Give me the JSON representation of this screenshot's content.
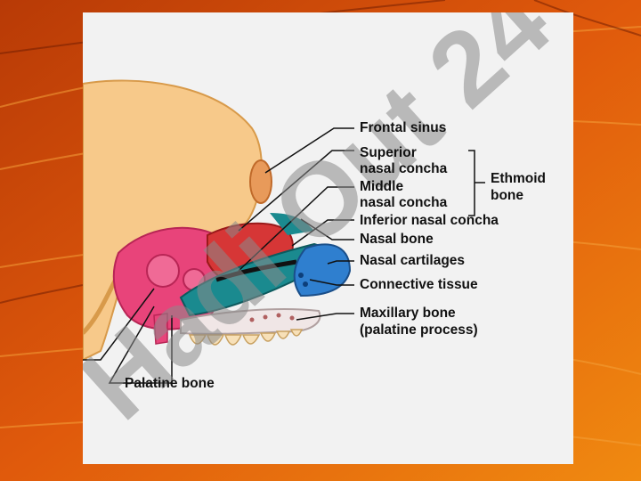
{
  "figure": {
    "labels": {
      "frontal_sinus": "Frontal sinus",
      "superior_line1": "Superior",
      "superior_line2": "nasal concha",
      "middle_line1": "Middle",
      "middle_line2": "nasal concha",
      "ethmoid_line1": "Ethmoid",
      "ethmoid_line2": "bone",
      "inferior_nasal_concha": "Inferior nasal concha",
      "nasal_bone": "Nasal bone",
      "nasal_cartilages": "Nasal cartilages",
      "connective_tissue": "Connective tissue",
      "maxillary_line1": "Maxillary bone",
      "maxillary_line2": "(palatine process)",
      "palatine_bone": "Palatine bone"
    },
    "watermark": "Hadi Out 24"
  },
  "colors": {
    "slide_background": "#d24a0a",
    "card": "#f2f2f2",
    "bone": "#f7c98a",
    "sinus": "#e8447a",
    "concha_red": "#d63636",
    "concha_teal": "#1a8a8f",
    "cartilage_blue": "#2f7fcf",
    "watermark": "#8a8a8a"
  }
}
